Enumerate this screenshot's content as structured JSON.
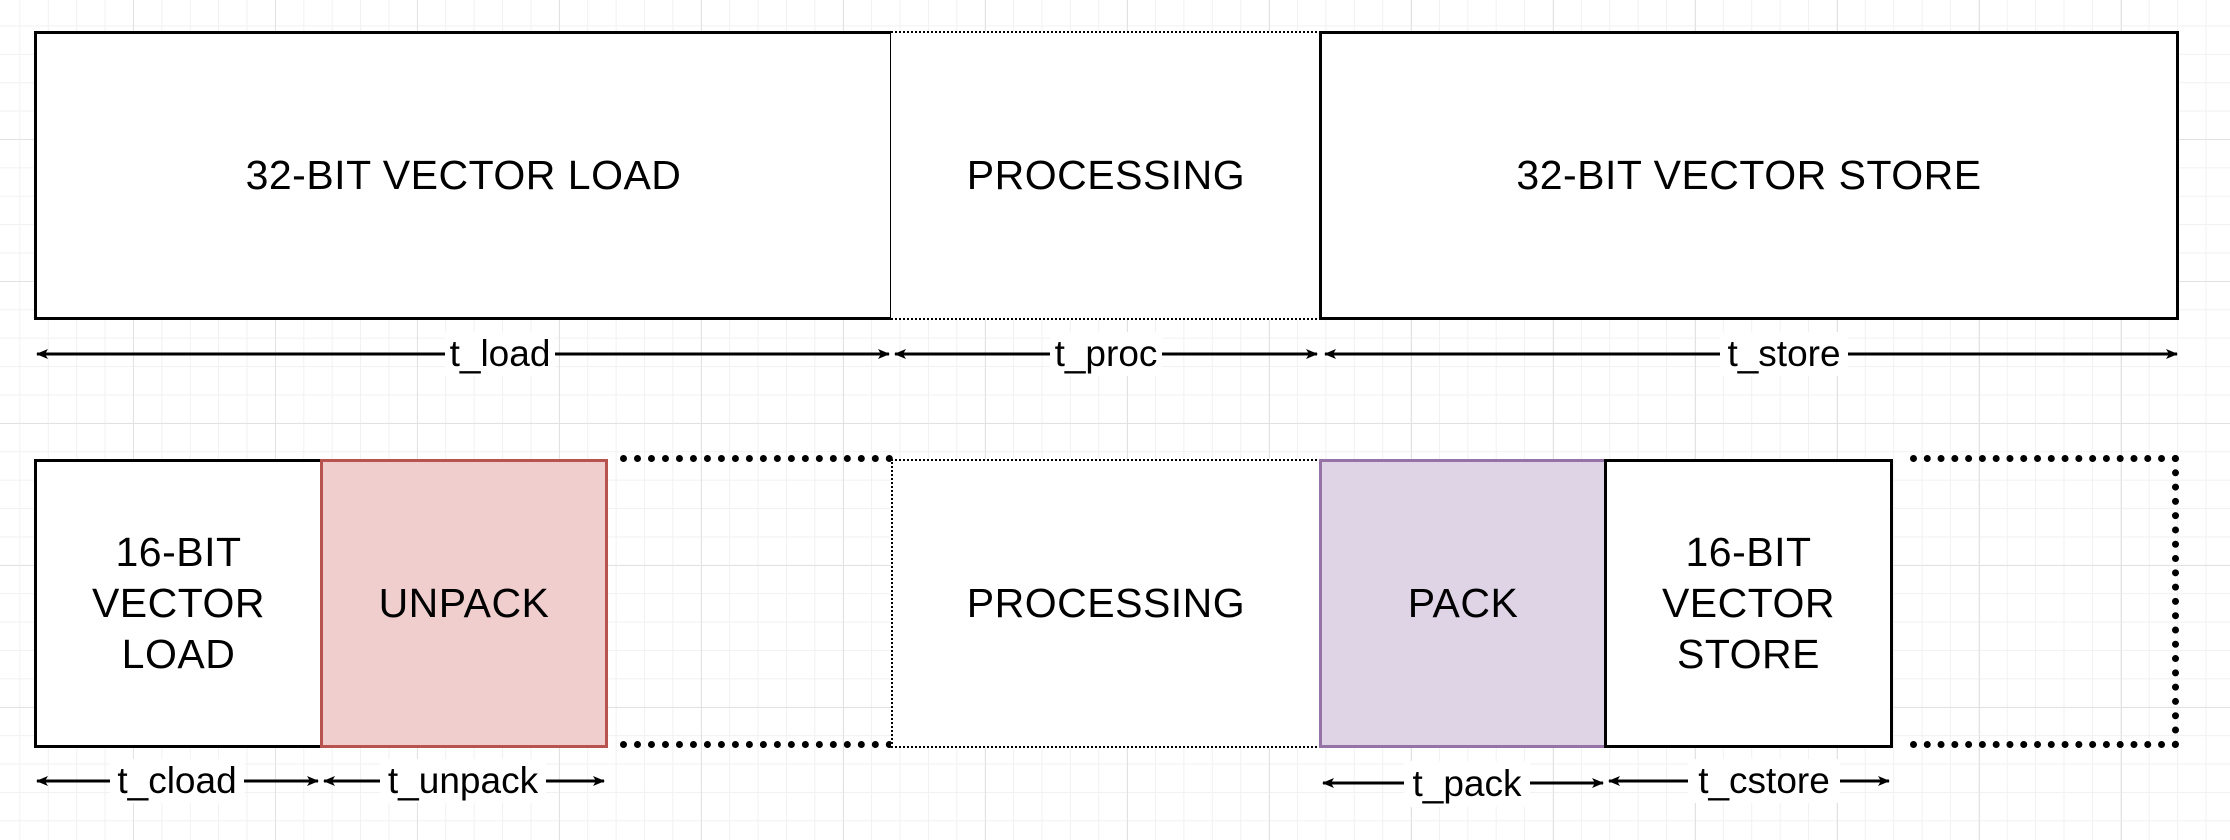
{
  "colors": {
    "unpack_fill": "#f0cece",
    "unpack_border": "#b85450",
    "pack_fill": "#dfd4e6",
    "pack_border": "#9673a6",
    "line": "#000000"
  },
  "row32": {
    "load_label": "32-BIT VECTOR LOAD",
    "proc_label": "PROCESSING",
    "store_label": "32-BIT VECTOR STORE",
    "dims": [
      "t_load",
      "t_proc",
      "t_store"
    ]
  },
  "row16": {
    "load_label": "16-BIT\nVECTOR\nLOAD",
    "unpack_label": "UNPACK",
    "proc_label": "PROCESSING",
    "pack_label": "PACK",
    "store_label": "16-BIT\nVECTOR\nSTORE",
    "dims": [
      "t_cload",
      "t_unpack",
      "t_pack",
      "t_cstore"
    ]
  }
}
